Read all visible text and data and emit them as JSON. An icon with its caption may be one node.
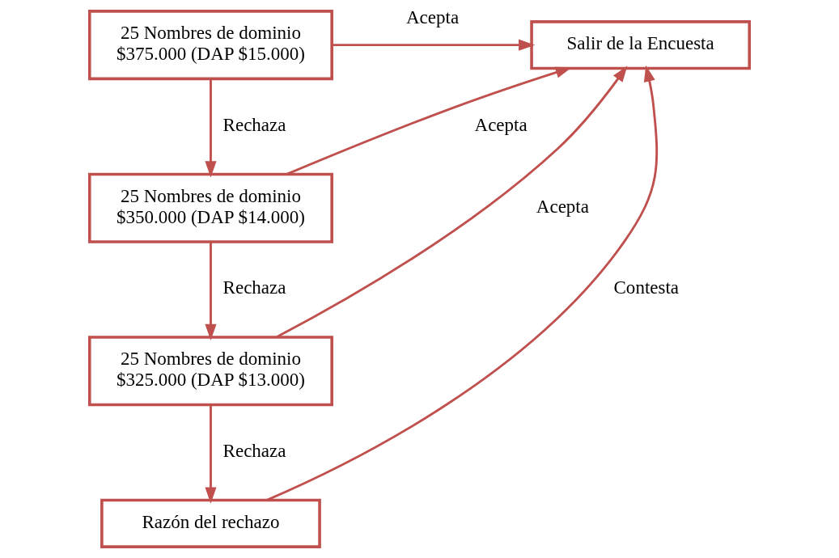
{
  "diagram": {
    "nodes": [
      {
        "text": [
          "25 Nombres de dominio $375.000 (DAP $15.000)"
        ]
      },
      {
        "text": [
          "Salir de la Encuesta"
        ]
      },
      {
        "text": [
          "25 Nombres de dominio $350.000 (DAP $14.000)"
        ]
      },
      {
        "text": [
          "25 Nombres de dominio $325.000 (DAP $13.000)"
        ]
      },
      {
        "text": [
          "Razón del rechazo"
        ]
      }
    ],
    "edges": [
      {
        "from": 0,
        "to": 1,
        "arrow": "to",
        "label": "Acepta"
      },
      {
        "from": 0,
        "to": 2,
        "arrow": "to",
        "label": "Rechaza"
      },
      {
        "from": 2,
        "to": 1,
        "arrow": "to",
        "label": "Acepta"
      },
      {
        "from": 2,
        "to": 3,
        "arrow": "to",
        "label": "Rechaza"
      },
      {
        "from": 3,
        "to": 1,
        "arrow": "to",
        "label": "Acepta"
      },
      {
        "from": 3,
        "to": 4,
        "arrow": "to",
        "label": "Rechaza"
      },
      {
        "from": 4,
        "to": 1,
        "arrow": "to",
        "label": "Contesta"
      }
    ]
  }
}
